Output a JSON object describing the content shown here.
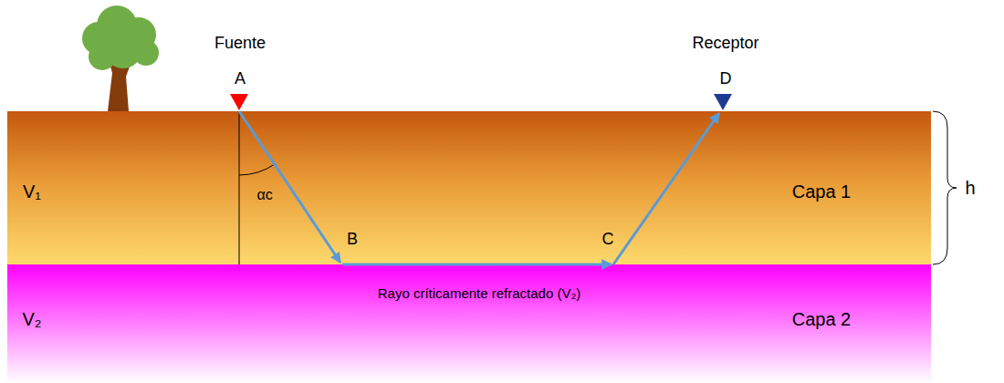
{
  "diagram": {
    "nodes": [
      {
        "text": [
          "V₁",
          "Capa 1"
        ]
      },
      {
        "text": [
          "V₂",
          "Rayo críticamente refractado (V₂)",
          "Capa 2"
        ]
      }
    ],
    "labels": [
      "Fuente",
      "A",
      "Receptor",
      "D",
      "αc",
      "B",
      "C",
      "h"
    ]
  }
}
